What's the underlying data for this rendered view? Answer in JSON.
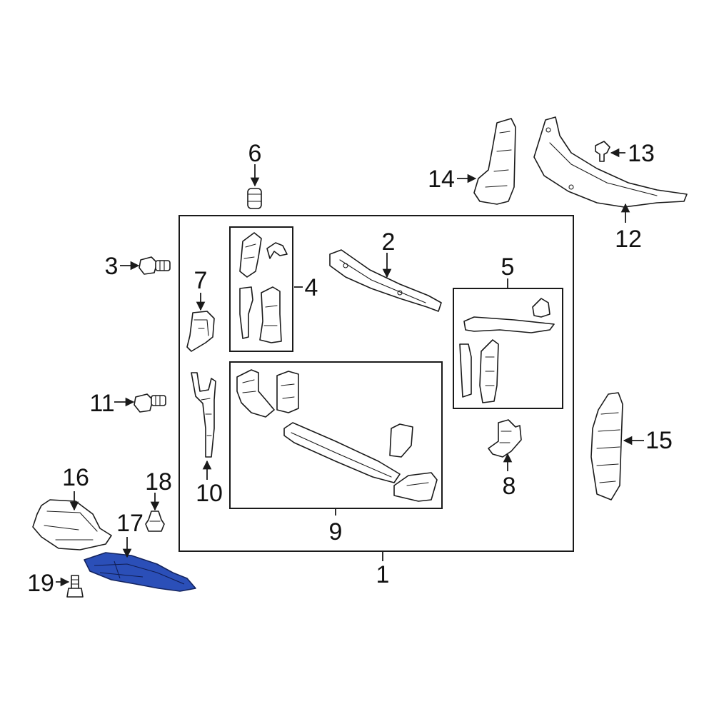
{
  "diagram": {
    "highlight_color": "#2b4fb8",
    "highlighted_part": "17",
    "callouts": {
      "c1": "1",
      "c2": "2",
      "c3": "3",
      "c4": "4",
      "c5": "5",
      "c6": "6",
      "c7": "7",
      "c8": "8",
      "c9": "9",
      "c10": "10",
      "c11": "11",
      "c12": "12",
      "c13": "13",
      "c14": "14",
      "c15": "15",
      "c16": "16",
      "c17": "17",
      "c18": "18",
      "c19": "19"
    }
  }
}
